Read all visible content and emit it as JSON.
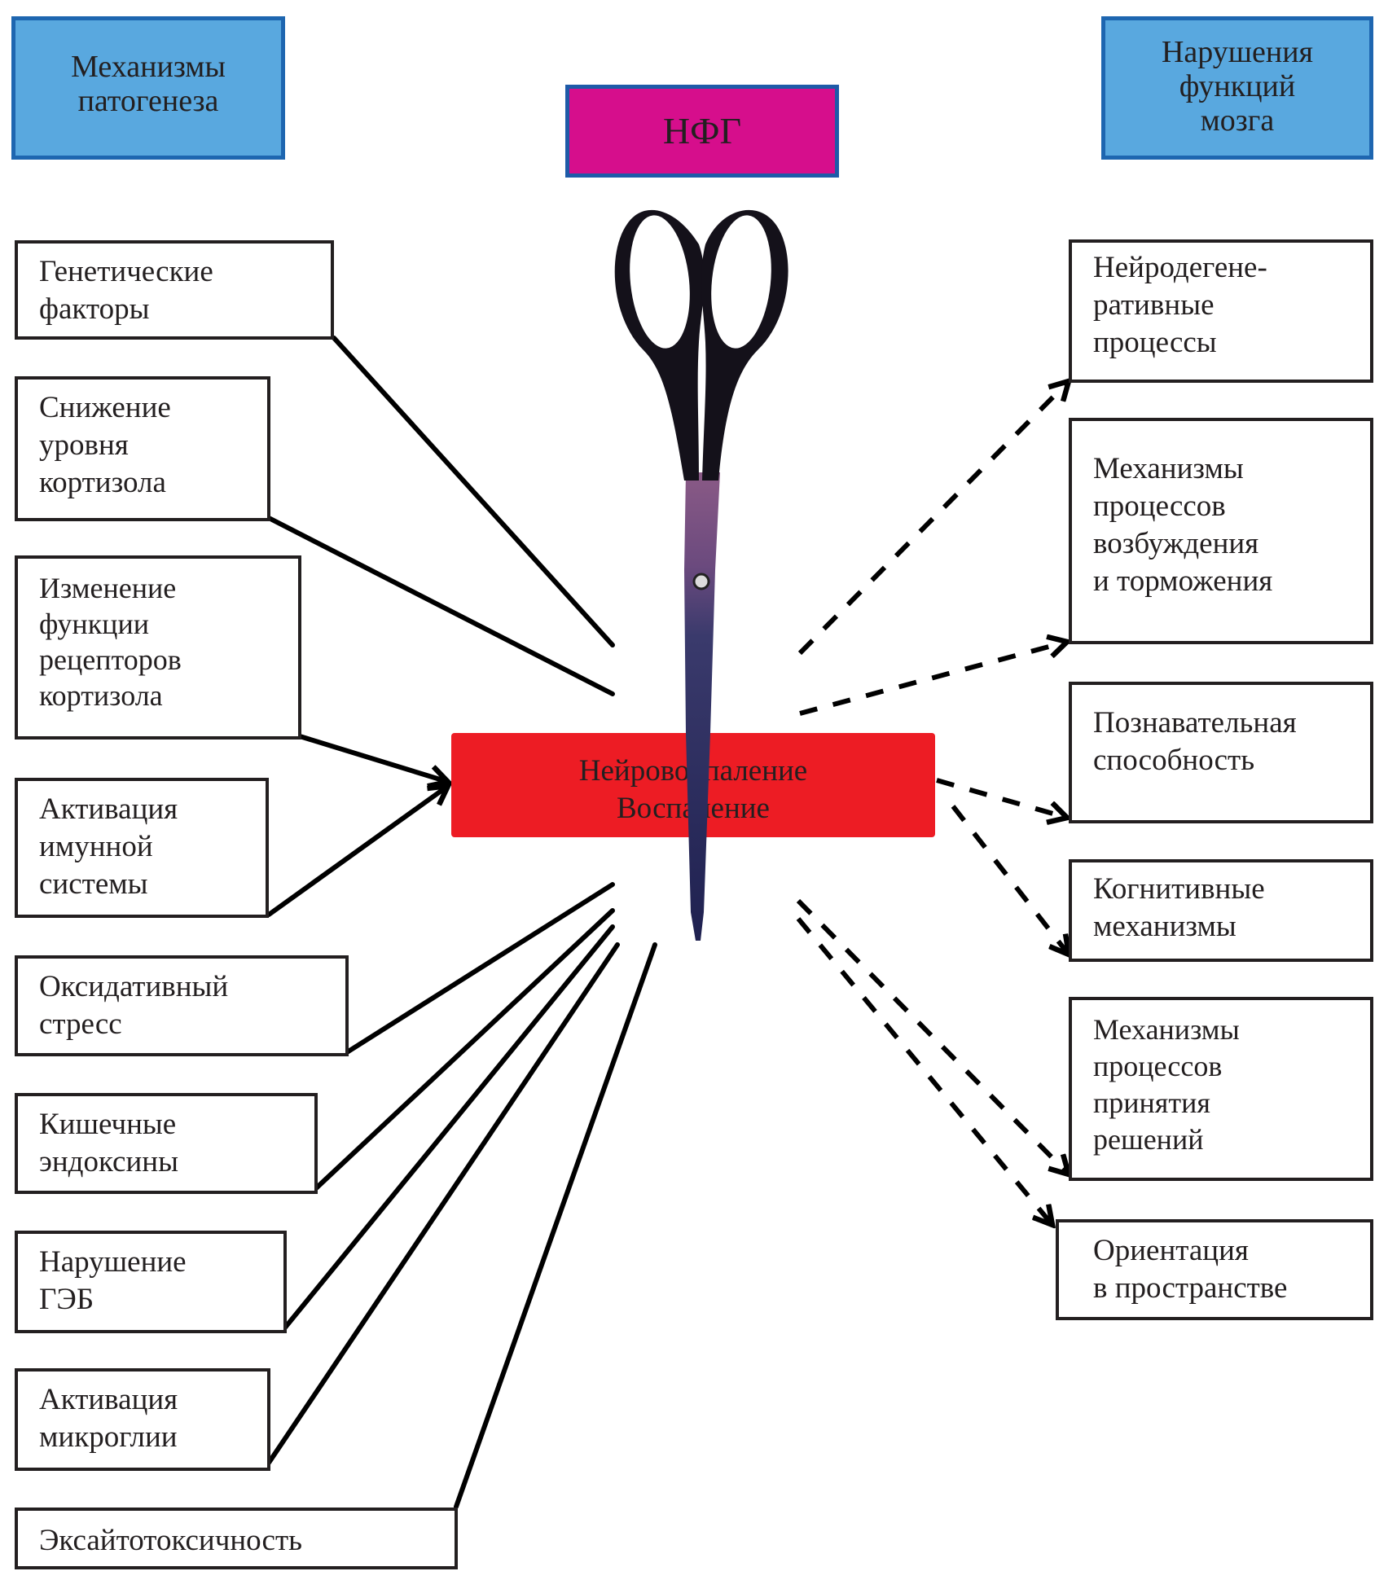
{
  "headers": {
    "left": [
      "Механизмы",
      "патогенеза"
    ],
    "center": "НФГ",
    "right": [
      "Нарушения",
      "функций",
      "мозга"
    ]
  },
  "center_node": [
    "Нейровоспаление",
    "Воспаление"
  ],
  "causes": [
    {
      "lines": [
        "Генетические",
        "факторы"
      ]
    },
    {
      "lines": [
        "Снижение",
        "уровня",
        "кортизола"
      ]
    },
    {
      "lines": [
        "Изменение",
        "функции",
        "рецепторов",
        "кортизола"
      ]
    },
    {
      "lines": [
        "Активация",
        "имунной",
        "системы"
      ]
    },
    {
      "lines": [
        "Оксидативный",
        "стресс"
      ]
    },
    {
      "lines": [
        "Кишечные",
        "эндоксины"
      ]
    },
    {
      "lines": [
        "Нарушение",
        "ГЭБ"
      ]
    },
    {
      "lines": [
        "Активация",
        "микроглии"
      ]
    },
    {
      "lines": [
        "Эксайтотоксичность"
      ]
    }
  ],
  "effects": [
    {
      "lines": [
        "Нейродегене-",
        "ративные",
        "процессы"
      ]
    },
    {
      "lines": [
        "Механизмы",
        "процессов",
        "возбуждения",
        "и торможения"
      ]
    },
    {
      "lines": [
        "Познавательная",
        "способность"
      ]
    },
    {
      "lines": [
        "Когнитивные",
        "механизмы"
      ]
    },
    {
      "lines": [
        "Механизмы",
        "процессов",
        "принятия",
        "решений"
      ]
    },
    {
      "lines": [
        "Ориентация",
        "в пространстве"
      ]
    }
  ],
  "edges": {
    "causes_connected_with_arrow": [
      "Изменение функции рецепторов кортизола",
      "Активация имунной системы"
    ],
    "causes_cut_by_scissors": [
      "Генетические факторы",
      "Снижение уровня кортизола",
      "Оксидативный стресс",
      "Кишечные эндоксины",
      "Нарушение ГЭБ",
      "Активация микроглии",
      "Эксайтотоксичность"
    ],
    "effects_style": "dashed-arrow"
  },
  "colors": {
    "header_fill": "#59a8df",
    "header_border": "#1e66b0",
    "center_header_fill": "#d60e8c",
    "center_node_fill": "#ed1c24",
    "line": "#231f20"
  },
  "icons": {
    "scissors": "scissors-icon"
  }
}
